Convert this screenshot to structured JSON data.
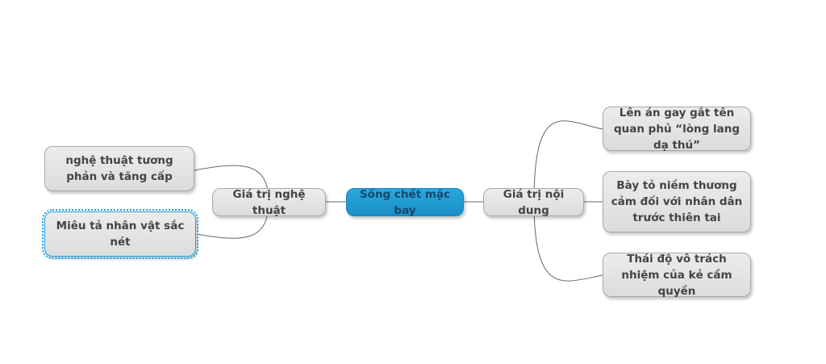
{
  "central": {
    "label": "Sống chết mặc bay"
  },
  "left_branch": {
    "label": "Giá trị nghệ thuật",
    "children": [
      {
        "label": "nghệ thuật tương phản và tăng cấp"
      },
      {
        "label": "Miêu tả nhân vật sắc nét",
        "selected": true
      }
    ]
  },
  "right_branch": {
    "label": "Giá trị nội dung",
    "children": [
      {
        "label": "Lên án gay gắt tên quan phủ “lòng lang dạ thú”"
      },
      {
        "label": "Bày tỏ niềm thương cảm đối với nhân dân trước thiên tai"
      },
      {
        "label": "Thái độ vô trách nhiệm của kẻ cầm quyền"
      }
    ]
  },
  "colors": {
    "central_fill": "#1e9ad6",
    "node_fill": "#e2e2e2",
    "node_text": "#444444",
    "connector": "#666666",
    "selection": "#1e9fe0"
  }
}
